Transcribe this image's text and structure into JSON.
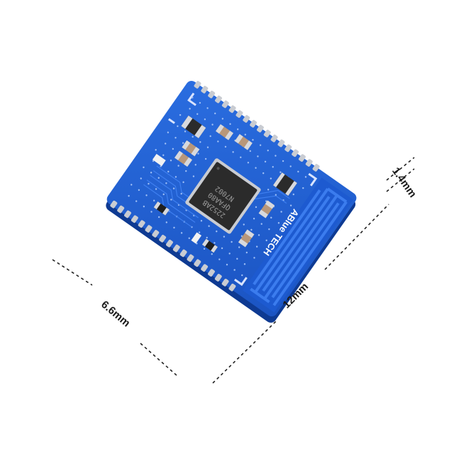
{
  "brand": "ABlue TECH",
  "chip": {
    "line1": "N7002",
    "line2": "QFAA80",
    "line3": "2252AB"
  },
  "dimensions": {
    "thickness": "1.4mm",
    "length": "12mm",
    "width": "6.6mm"
  },
  "colors": {
    "pcb": "#1f5fcf",
    "pcb_edge": "#0f3f9f",
    "pad": "#c9ccd2",
    "chip": "#2b2b2b",
    "dimension_line": "#222222"
  }
}
